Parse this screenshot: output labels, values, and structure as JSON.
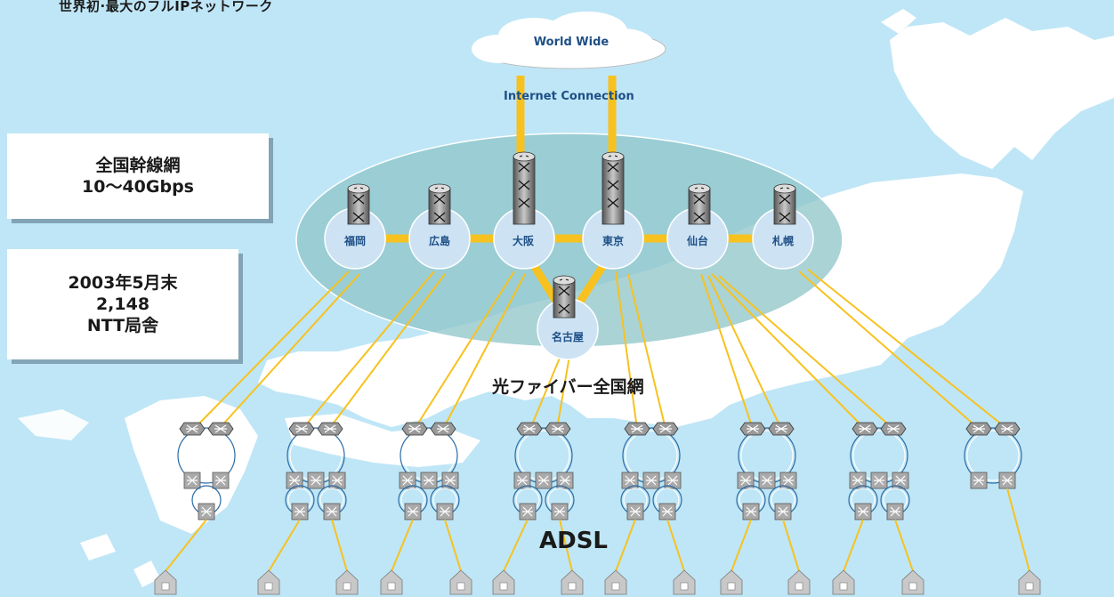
{
  "heading": "世界初·最大のフルIPネットワーク",
  "cloud_label": "World Wide",
  "internet_label": "Internet Connection",
  "backbone_box": {
    "line1": "全国幹線網",
    "line2": "10〜40Gbps"
  },
  "offices_box": {
    "line1": "2003年5月末",
    "line2": "2,148",
    "line3": "NTT局舎"
  },
  "nodes": [
    "福岡",
    "広島",
    "大阪",
    "東京",
    "仙台",
    "札幌",
    "名古屋"
  ],
  "fiber_label": "光ファイバー全国網",
  "adsl_label": "ADSL",
  "colors": {
    "ocean": "#bfe6f6",
    "land": "#ffffff",
    "ellipse": "#8ec4c8",
    "link": "#f7c21f",
    "node": "#cde3f4",
    "label": "#1e4f86"
  }
}
